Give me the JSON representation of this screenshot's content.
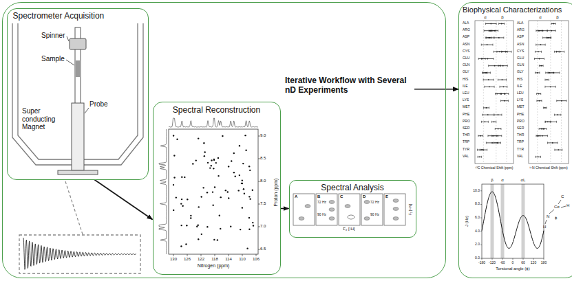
{
  "diagram": {
    "nodes": [
      {
        "text": [
          "Iterative Workflow with Several nD Experiments"
        ]
      },
      {
        "text": [
          "Spectrometer Acquisition"
        ],
        "in": 0
      },
      {
        "text": [
          "Spectral Reconstruction"
        ],
        "in": 0
      },
      {
        "text": [
          "Spectral Analysis"
        ],
        "in": 0
      },
      {
        "text": [
          "Biophysical Characterizations"
        ]
      }
    ],
    "edges": [
      {
        "from": 1,
        "to": 2,
        "arrow": "to"
      },
      {
        "from": 2,
        "to": 3,
        "arrow": "to"
      },
      {
        "from": 0,
        "to": 4,
        "arrow": "to"
      }
    ],
    "labels": [
      "Spinner",
      "Sample",
      "Probe",
      "Super conducting Magnet",
      "130",
      "126",
      "122",
      "118",
      "114",
      "110",
      "106",
      "Nitrogen (ppm)",
      "9.0",
      "8.5",
      "8.0",
      "7.5",
      "7.0",
      "6.5",
      "Proton (ppm)",
      "A",
      "B",
      "C",
      "D",
      "E",
      "72 Hz",
      "90 Hz",
      "72 Hz",
      "90 Hz",
      "F₂ [¹H]",
      "F₁ [¹⁵N]",
      "α",
      "β",
      "ALA",
      "ARG",
      "ASP",
      "ASN",
      "CYS",
      "GLU",
      "GLN",
      "GLY",
      "HIS",
      "ILE",
      "LEU",
      "LYS",
      "MET",
      "PHE",
      "PRO",
      "SER",
      "THR",
      "TRP",
      "TYR",
      "VAL",
      "¹³C Chemical Shift (ppm)",
      "α",
      "β",
      "ALA",
      "ARG",
      "ASP",
      "ASN",
      "CYS",
      "GLU",
      "GLN",
      "GLY",
      "HIS",
      "ILE",
      "LEU",
      "LYS",
      "MET",
      "PHE",
      "PRO",
      "SER",
      "THR",
      "TRP",
      "TYR",
      "VAL",
      "¹⁵N Chemical Shift (ppm)",
      "β",
      "α",
      "αL",
      "10.0",
      "8.0",
      "6.0",
      "4.0",
      "2.0",
      "0.0",
      "-180",
      "-120",
      "-60",
      "0",
      "60",
      "120",
      "180",
      "Torsional angle (ϕ)",
      "J (Hz)",
      "N",
      "H",
      "Cα",
      "C",
      "H",
      "ϕ"
    ]
  }
}
